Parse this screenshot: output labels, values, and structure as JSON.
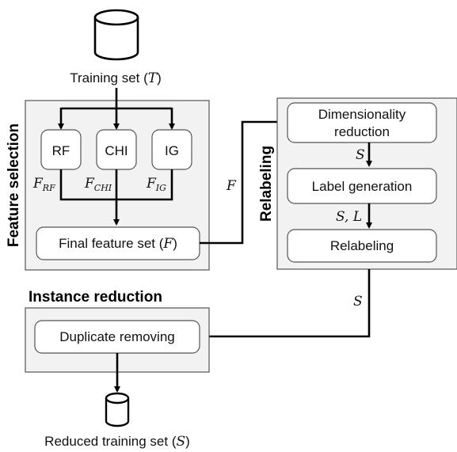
{
  "training_set": {
    "label": "Training set (",
    "var": "T",
    "close": ")"
  },
  "feature_selection": {
    "title": "Feature selection",
    "methods": [
      "RF",
      "CHI",
      "IG"
    ],
    "outputs": [
      {
        "base": "F",
        "sub": "RF"
      },
      {
        "base": "F",
        "sub": "CHI"
      },
      {
        "base": "F",
        "sub": "IG"
      }
    ],
    "final": {
      "label": "Final feature set (",
      "var": "F",
      "close": ")"
    }
  },
  "edge_f": "F",
  "relabeling": {
    "title": "Relabeling",
    "steps": [
      "Dimensionality",
      "reduction",
      "Label generation",
      "Relabeling"
    ],
    "edge_s": "S",
    "edge_sl": "S, L"
  },
  "edge_s2": "S",
  "instance_reduction": {
    "title": "Instance reduction",
    "step": "Duplicate removing"
  },
  "reduced_set": {
    "label": "Reduced training set (",
    "var": "S",
    "close": ")"
  },
  "colors": {
    "panel_fill": "#f2f2f2",
    "border": "#555555",
    "arrow": "#000000"
  },
  "icons": [
    "database-icon",
    "database-icon"
  ]
}
